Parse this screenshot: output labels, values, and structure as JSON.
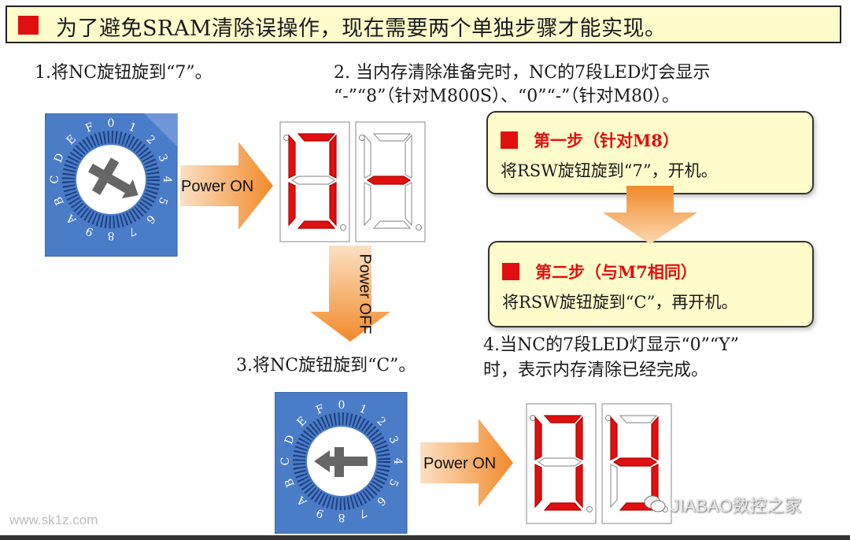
{
  "title": "为了避免SRAM清除误操作，现在需要两个单独步骤才能实现。",
  "steps": {
    "s1": "1.将NC旋钮旋到“7”。",
    "s2_line1": "2. 当内存清除准备完时，NC的7段LED灯会显示",
    "s2_line2": "“-”“8”（针对M800S）、“0”“-”（针对M80）。",
    "s3": "3.将NC旋钮旋到“C”。",
    "s4_line1": "4.当NC的7段LED灯显示“0”“Y”",
    "s4_line2": "时，表示内存清除已经完成。"
  },
  "box1": {
    "heading": "第一步（针对M8）",
    "body": "将RSW旋钮旋到“7”，开机。"
  },
  "box2": {
    "heading": "第二步（与M7相同）",
    "body": "将RSW旋钮旋到“C”，再开机。"
  },
  "arrows": {
    "power_on_1": "Power ON",
    "power_off": "Power OFF",
    "power_on_2": "Power ON"
  },
  "dial_labels": [
    "0",
    "1",
    "2",
    "3",
    "4",
    "5",
    "6",
    "7",
    "8",
    "9",
    "A",
    "B",
    "C",
    "D",
    "E",
    "F"
  ],
  "displays": {
    "top": [
      "0",
      "-"
    ],
    "bottom": [
      "0",
      "Y"
    ]
  },
  "watermarks": {
    "left": "www.sk1z.com",
    "right": "JIABAO数控之家"
  },
  "colors": {
    "title_bg": "#fffccc",
    "red": "#e01010",
    "dial_blue": "#4a7cc7",
    "arrow_orange": "#f59a3a"
  }
}
